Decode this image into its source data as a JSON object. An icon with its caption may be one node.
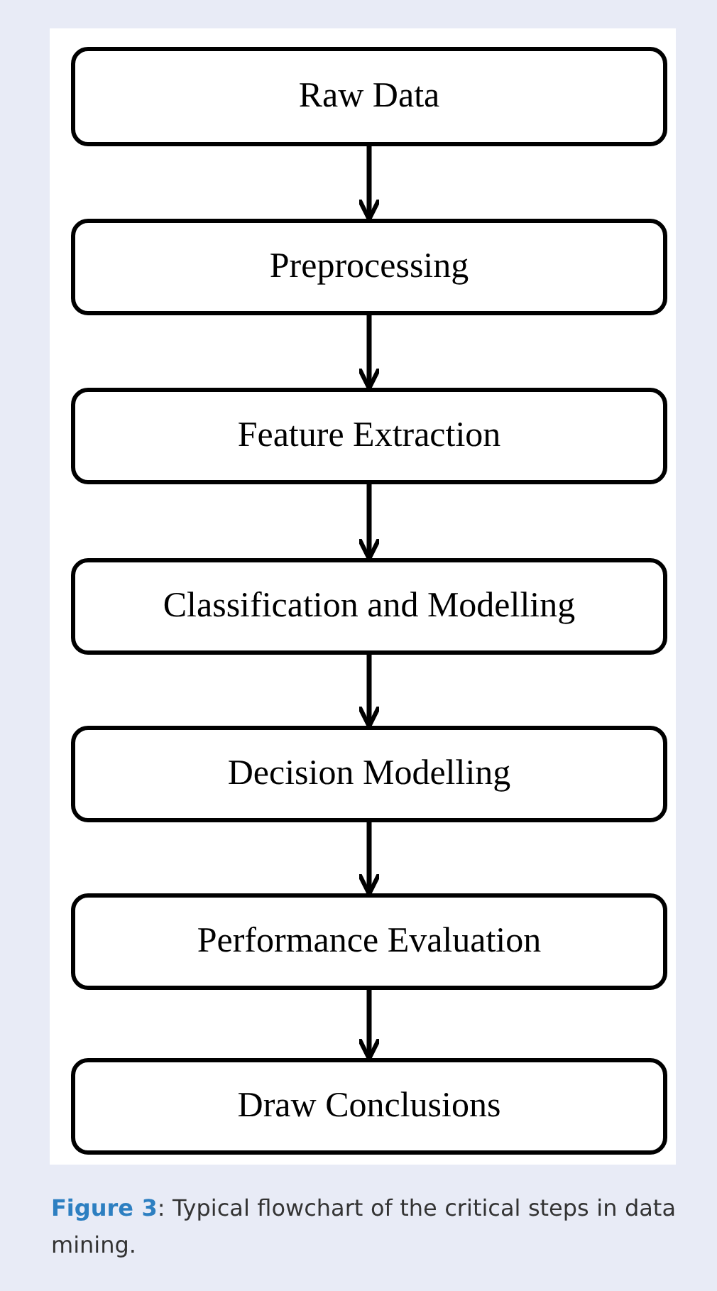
{
  "diagram": {
    "caption": "**Figure 3**: Typical flowchart of the critical steps in data mining.",
    "nodes": [
      {
        "text": [
          "Raw Data"
        ]
      },
      {
        "text": [
          "Preprocessing"
        ]
      },
      {
        "text": [
          "Feature Extraction"
        ]
      },
      {
        "text": [
          "Classification and Modelling"
        ]
      },
      {
        "text": [
          "Decision Modelling"
        ]
      },
      {
        "text": [
          "Performance Evaluation"
        ]
      },
      {
        "text": [
          "Draw Conclusions"
        ]
      }
    ],
    "edges": [
      {
        "from": 0,
        "to": 1,
        "arrow": "to"
      },
      {
        "from": 1,
        "to": 2,
        "arrow": "to"
      },
      {
        "from": 2,
        "to": 3,
        "arrow": "to"
      },
      {
        "from": 3,
        "to": 4,
        "arrow": "to"
      },
      {
        "from": 4,
        "to": 5,
        "arrow": "to"
      },
      {
        "from": 5,
        "to": 6,
        "arrow": "to"
      }
    ]
  }
}
